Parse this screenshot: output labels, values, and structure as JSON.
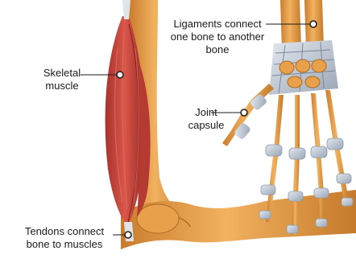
{
  "labels": {
    "skeletal_muscle": [
      "Skeletal",
      "muscle"
    ],
    "tendons": [
      "Tendons connect",
      "bone to muscles"
    ],
    "ligaments": [
      "Ligaments connect",
      "one bone to another",
      "bone"
    ],
    "joint_capsule": [
      "Joint",
      "capsule"
    ]
  },
  "colors": {
    "bone": "#e8a04a",
    "bone_shadow": "#c57a2a",
    "muscle": "#c8473e",
    "muscle_dark": "#9c2f2a",
    "ligament": "#c9d1dc",
    "ligament_dark": "#8e9aab",
    "leader": "#1a1a1a"
  }
}
